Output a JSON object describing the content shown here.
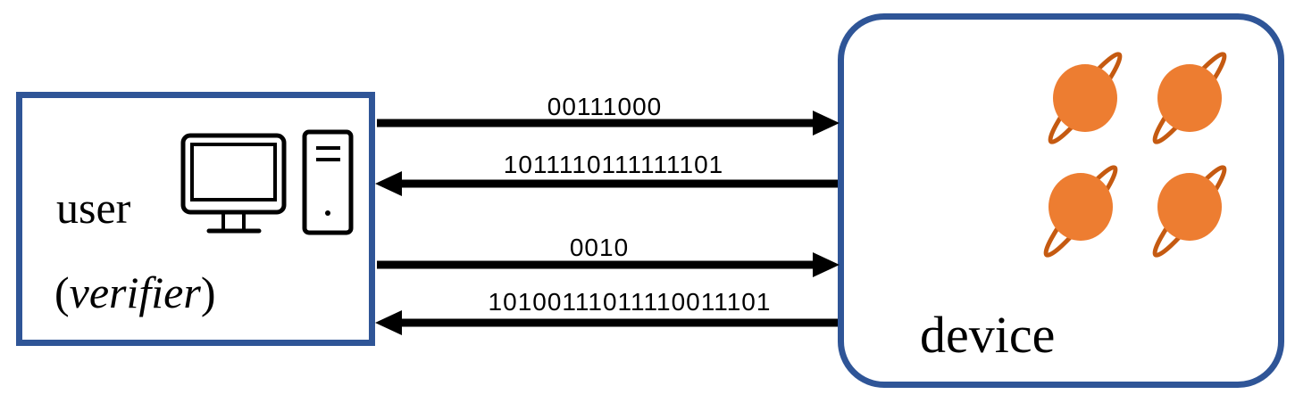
{
  "user": {
    "label": "user",
    "role_open": "(",
    "role": "verifier",
    "role_close": ")",
    "icon": "desktop-computer-icon"
  },
  "device": {
    "label": "device",
    "icon": "atom-icon",
    "atom_count": 4
  },
  "messages": [
    {
      "text": "00111000",
      "direction": "user-to-device"
    },
    {
      "text": "1011110111111101",
      "direction": "device-to-user"
    },
    {
      "text": "0010",
      "direction": "user-to-device"
    },
    {
      "text": "10100111011110011101",
      "direction": "device-to-user"
    }
  ],
  "colors": {
    "box_border": "#2f5597",
    "atom_fill": "#ed7d31",
    "atom_ring": "#c55a11",
    "arrow": "#000000"
  }
}
